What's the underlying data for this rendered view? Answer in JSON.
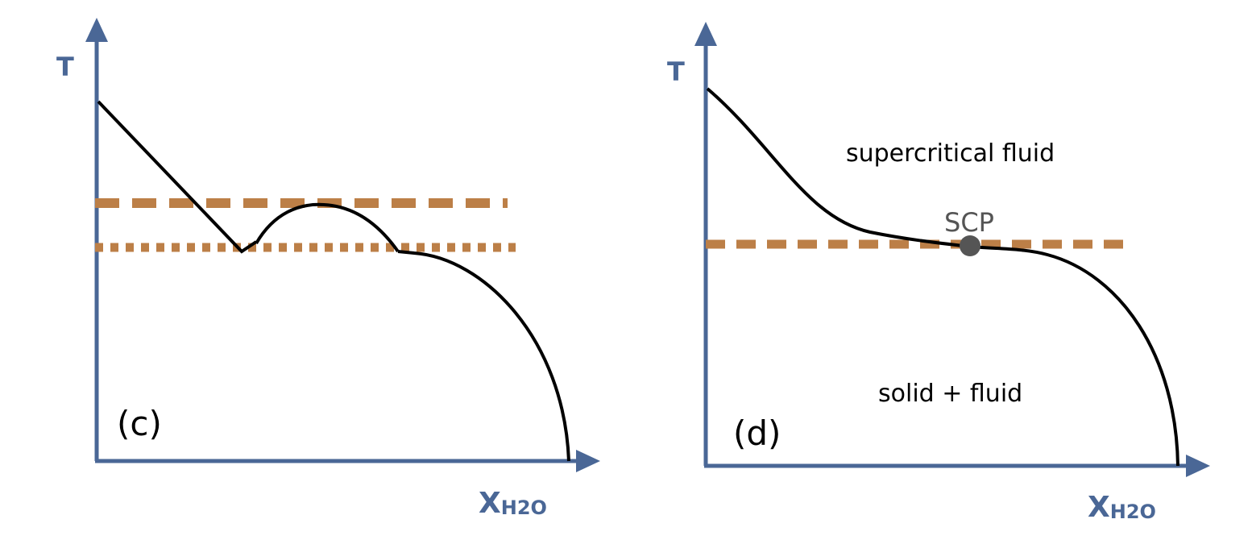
{
  "colors": {
    "axis": "#4a6796",
    "curve": "#000000",
    "temperature_line": "#bc7f47",
    "scp_point": "#555555"
  },
  "panel_c": {
    "label": "(c)",
    "y_axis_label": "T",
    "x_axis_label_main": "X",
    "x_axis_label_sub": "H2O"
  },
  "panel_d": {
    "label": "(d)",
    "y_axis_label": "T",
    "x_axis_label_main": "X",
    "x_axis_label_sub": "H2O",
    "region_upper": "supercritical fluid",
    "region_lower": "solid + fluid",
    "critical_point_label": "SCP"
  }
}
